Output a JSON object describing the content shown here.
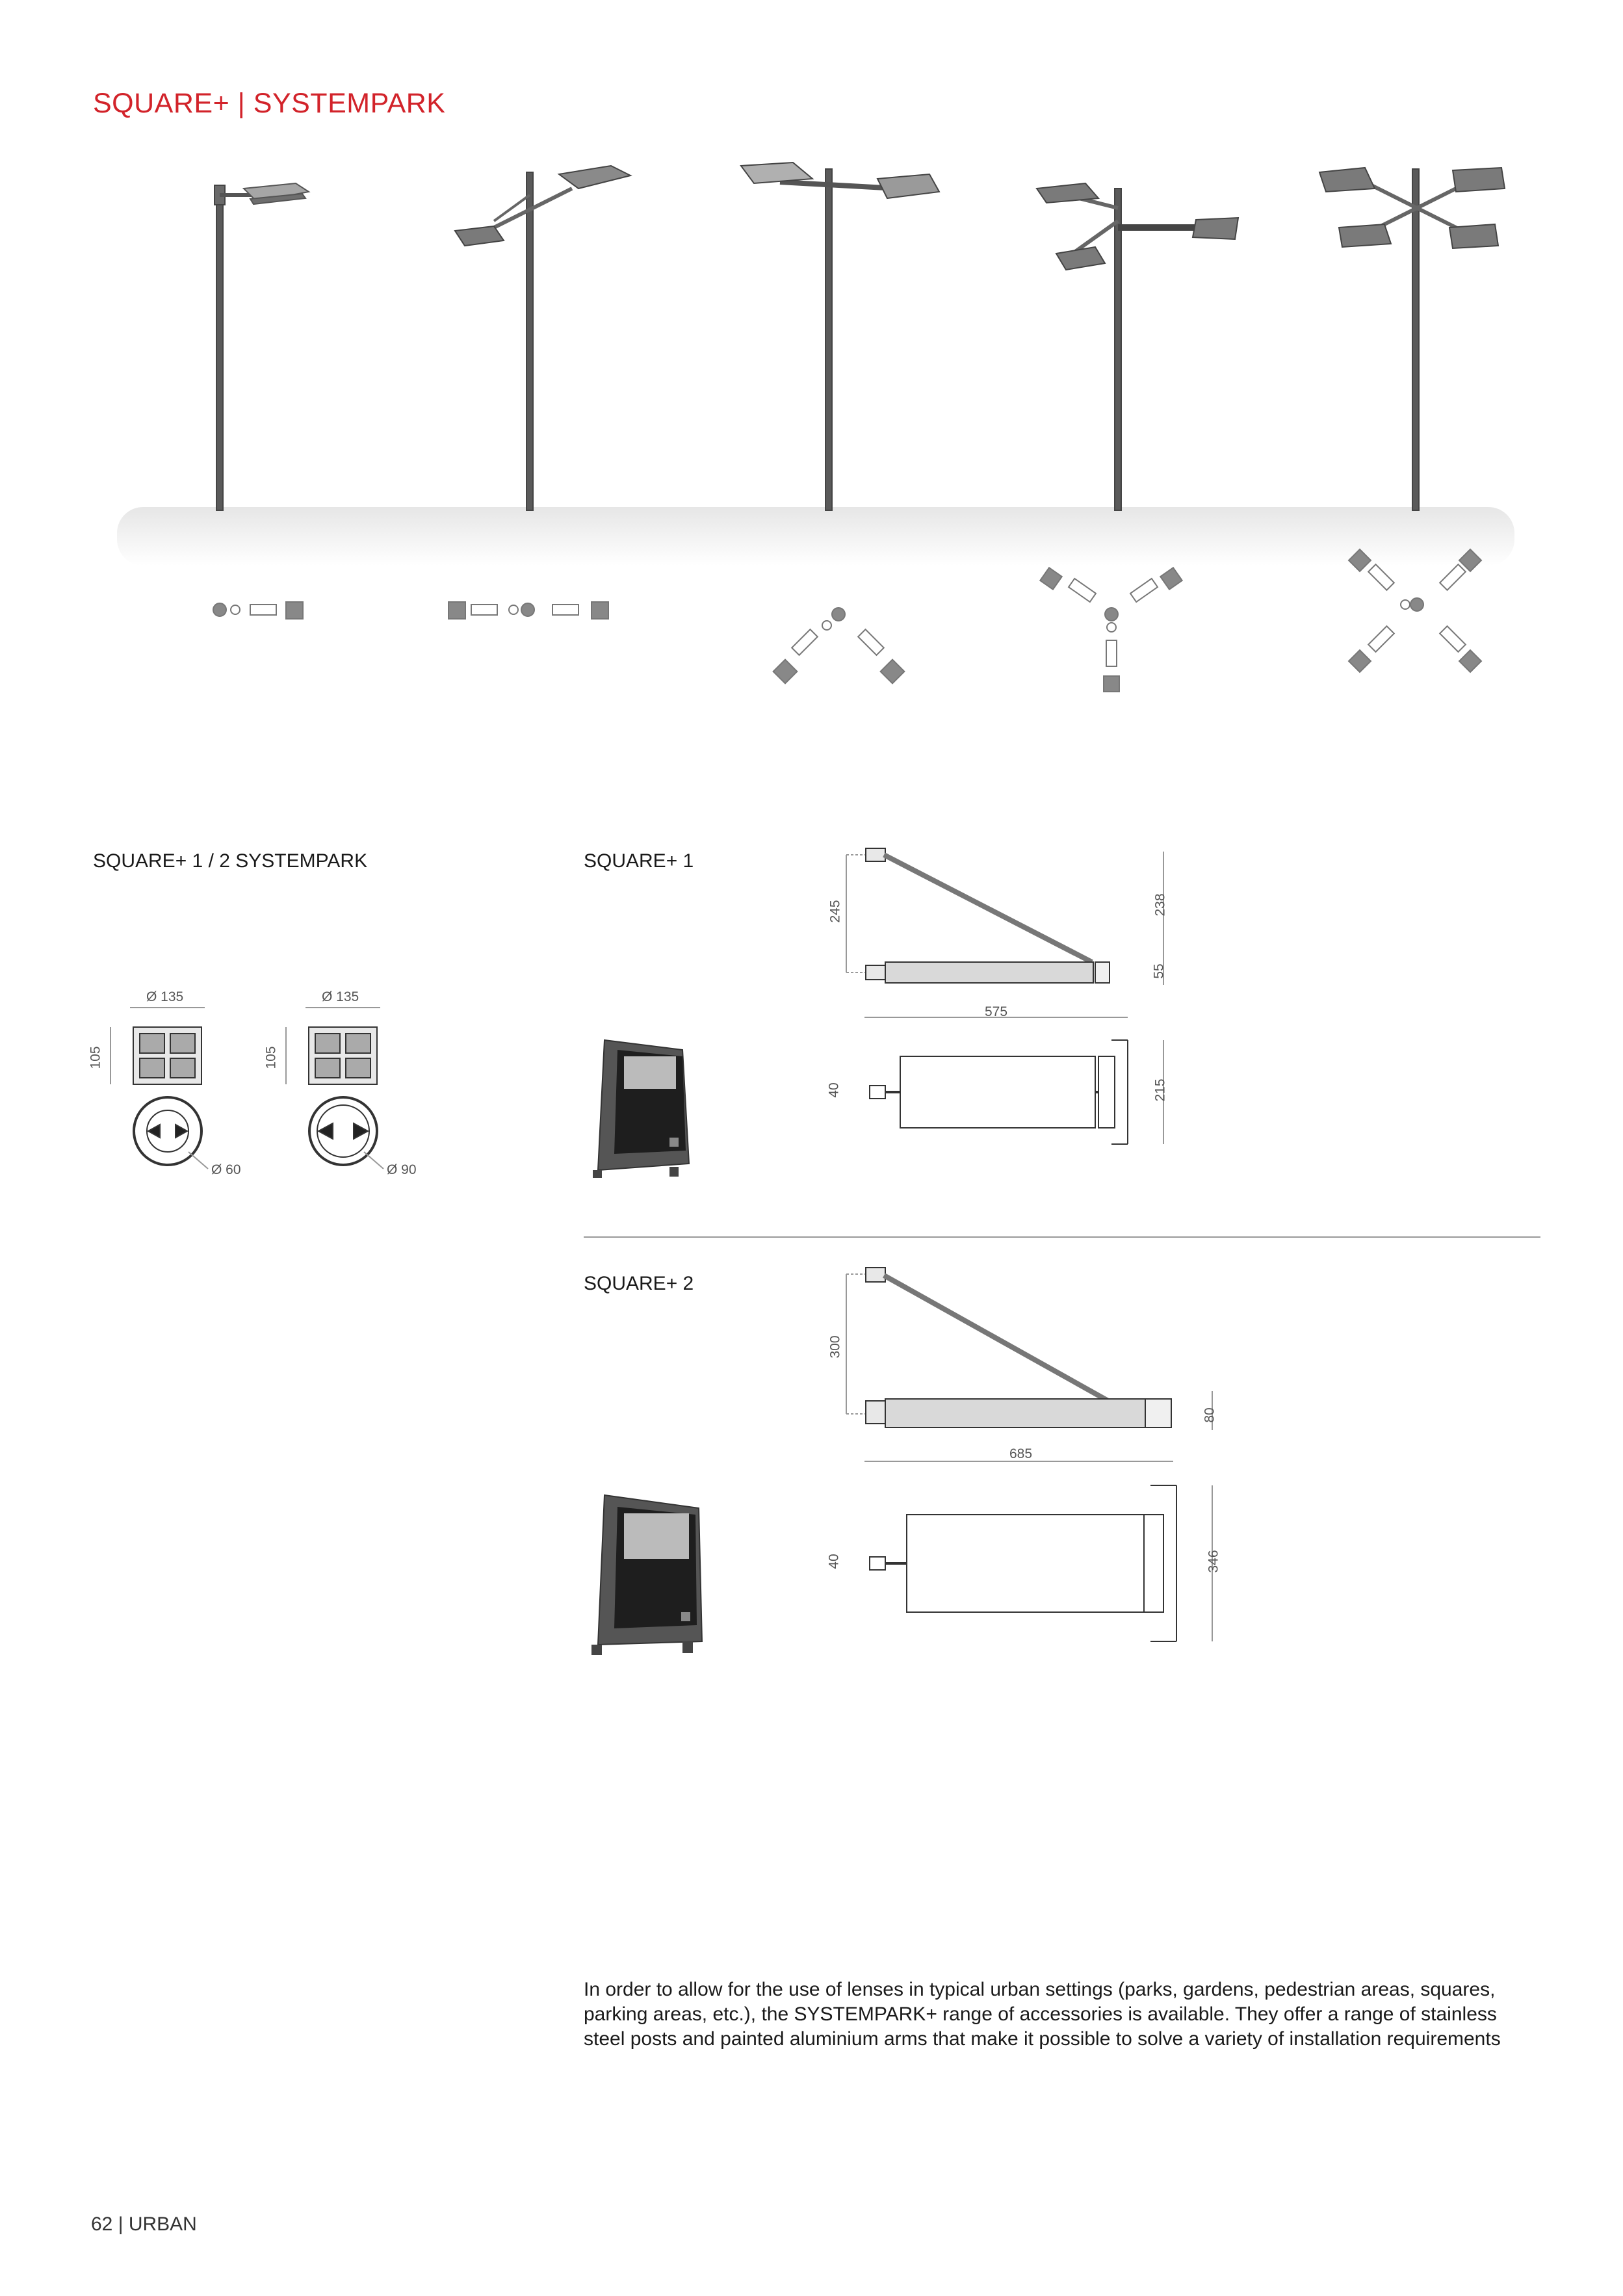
{
  "page": {
    "title": "SQUARE+ | SYSTEMPARK",
    "footer": "62 | URBAN"
  },
  "colors": {
    "accent": "#d2232a",
    "fixture_grey": "#8a8a8a",
    "pole_grey": "#555555"
  },
  "configurations": [
    "1-arm",
    "2-arm 180°",
    "2-arm 90°",
    "3-arm",
    "4-arm"
  ],
  "sections": {
    "systempark_bases": {
      "heading": "SQUARE+ 1 / 2 SYSTEMPARK",
      "left": {
        "width": "Ø 135",
        "height": "105",
        "bore": "Ø 60"
      },
      "right": {
        "width": "Ø 135",
        "height": "105",
        "bore": "Ø 90"
      }
    },
    "square1": {
      "heading": "SQUARE+ 1",
      "dims": {
        "h_total": "245",
        "h_arm": "238",
        "h_bar": "55",
        "length": "575",
        "top_w": "40",
        "top_h": "215"
      }
    },
    "square2": {
      "heading": "SQUARE+ 2",
      "dims": {
        "h_total": "300",
        "h_bar": "80",
        "length": "685",
        "top_w": "40",
        "top_h": "346"
      }
    }
  },
  "description": "In order to allow for the use of lenses in typical urban settings (parks, gardens, pedestrian areas, squares, parking areas, etc.), the SYSTEMPARK+ range of accessories is available. They offer a range of stainless steel posts and painted aluminium arms that make it possible to solve a variety of installation requirements"
}
